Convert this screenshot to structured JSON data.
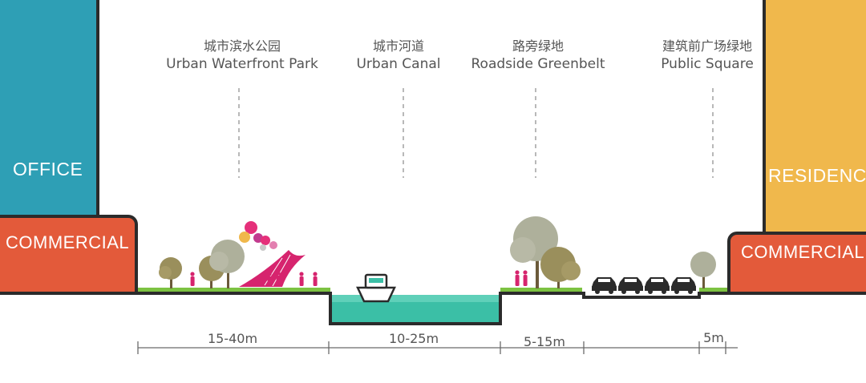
{
  "buildings": {
    "office": "OFFICE",
    "commercial_left": "COMMERCIAL",
    "residence": "RESIDENCE",
    "commercial_right": "COMMERCIAL"
  },
  "zones": [
    {
      "cn": "城市滨水公园",
      "en": "Urban Waterfront Park"
    },
    {
      "cn": "城市河道",
      "en": "Urban Canal"
    },
    {
      "cn": "路旁绿地",
      "en": "Roadside Greenbelt"
    },
    {
      "cn": "建筑前广场绿地",
      "en": "Public Square"
    }
  ],
  "dimensions": [
    "15-40m",
    "10-25m",
    "5-15m",
    "5m"
  ],
  "colors": {
    "office": "#2e9fb5",
    "commercial": "#e35a3a",
    "residence": "#f0b84c",
    "canal": "#3bbfa6",
    "grass": "#7cc242",
    "people": "#d6246e",
    "tree_olive": "#9a8f5c",
    "tree_grey": "#aeb09b"
  }
}
